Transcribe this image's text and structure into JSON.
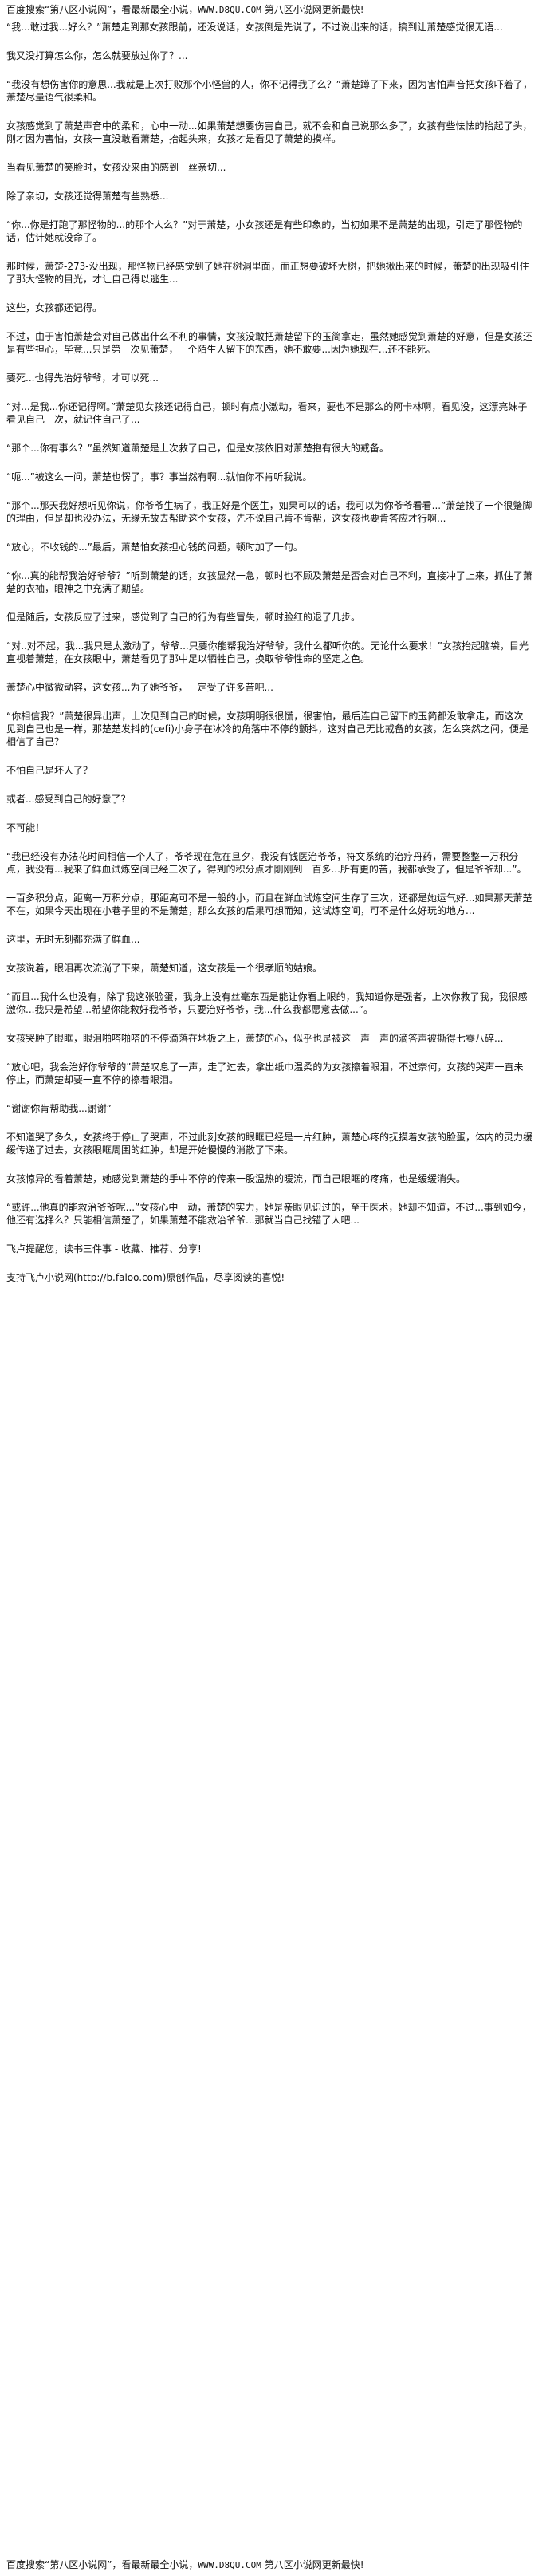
{
  "banner": {
    "prefix": "百度搜索“第八区小说网”，看最新最全小说，",
    "url": "WWW.D8QU.COM",
    "suffix": " 第八区小说网更新最快!"
  },
  "paragraphs": [
    "“我...敢过我...好么？”萧楚走到那女孩跟前，还没说话，女孩倒是先说了，不过说出来的话，搞到让萧楚感觉很无语...",
    "我又没打算怎么你，怎么就要放过你了？...",
    "“我没有想伤害你的意思...我就是上次打败那个小怪兽的人，你不记得我了么？”萧楚蹲了下来，因为害怕声音把女孩吓着了，萧楚尽量语气很柔和。",
    "女孩感觉到了萧楚声音中的柔和，心中一动...如果萧楚想要伤害自己，就不会和自己说那么多了，女孩有些怯怯的抬起了头，刚才因为害怕，女孩一直没敢看萧楚，抬起头来，女孩才是看见了萧楚的摸样。",
    "当看见萧楚的笑脸时，女孩没来由的感到一丝亲切...",
    "除了亲切，女孩还觉得萧楚有些熟悉...",
    "“你...你是打跑了那怪物的...的那个人么？”对于萧楚，小女孩还是有些印象的，当初如果不是萧楚的出现，引走了那怪物的话，估计她就没命了。",
    "那时候，萧楚-273-没出现，那怪物已经感觉到了她在树洞里面，而正想要破坏大树，把她揪出来的时候，萧楚的出现吸引住了那大怪物的目光，才让自己得以逃生...",
    "这些，女孩都还记得。",
    "不过，由于害怕萧楚会对自己做出什么不利的事情，女孩没敢把萧楚留下的玉简拿走，虽然她感觉到萧楚的好意，但是女孩还是有些担心，毕竟...只是第一次见萧楚，一个陌生人留下的东西，她不敢要...因为她现在...还不能死。",
    "要死...也得先治好爷爷，才可以死...",
    "“对...是我...你还记得啊。”萧楚见女孩还记得自己，顿时有点小激动，看来，要也不是那么的阿卡林啊，看见没，这漂亮妹子看见自己一次，就记住自己了...",
    "“那个...你有事么？”虽然知道萧楚是上次救了自己，但是女孩依旧对萧楚抱有很大的戒备。",
    "“呃...”被这么一问，萧楚也愣了，事？事当然有啊...就怕你不肯听我说。",
    "“那个...那天我好想听见你说，你爷爷生病了，我正好是个医生，如果可以的话，我可以为你爷爷看看...”萧楚找了一个很蹩脚的理由，但是却也没办法，无缘无故去帮助这个女孩，先不说自己肯不肯帮，这女孩也要肯答应才行啊...",
    "“放心，不收钱的...”最后，萧楚怕女孩担心钱的问题，顿时加了一句。",
    "“你...真的能帮我治好爷爷？”听到萧楚的话，女孩显然一急，顿时也不顾及萧楚是否会对自己不利，直接冲了上来，抓住了萧楚的衣袖，眼神之中充满了期望。",
    "但是随后，女孩反应了过来，感觉到了自己的行为有些冒失，顿时脸红的退了几步。",
    "“对..对不起，我...我只是太激动了，爷爷...只要你能帮我治好爷爷，我什么都听你的。无论什么要求！”女孩抬起脑袋，目光直视着萧楚，在女孩眼中，萧楚看见了那中足以牺牲自己，换取爷爷性命的坚定之色。",
    "萧楚心中微微动容，这女孩...为了她爷爷，一定受了许多苦吧...",
    "“你相信我？”萧楚很异出声，上次见到自己的时候，女孩明明很很慌，很害怕，最后连自己留下的玉简都没敢拿走，而这次见到自己也是一样，那楚楚发抖的(cefi)小身子在冰冷的角落中不停的颤抖，这对自己无比戒备的女孩，怎么突然之间，便是相信了自己？",
    "不怕自己是坏人了？",
    "或者...感受到自己的好意了？",
    "不可能！",
    "“我已经没有办法花时间相信一个人了，爷爷现在危在旦夕，我没有钱医治爷爷，符文系统的治疗丹药，需要整整一万积分点，我没有...我来了鲜血试炼空间已经三次了，得到的积分点才刚刚到一百多...所有更的苦，我都承受了，但是爷爷却...”。",
    "一百多积分点，距离一万积分点，那距离可不是一般的小，而且在鲜血试炼空间生存了三次，还都是她运气好...如果那天萧楚不在，如果今天出现在小巷子里的不是萧楚，那么女孩的后果可想而知，这试炼空间，可不是什么好玩的地方...",
    "这里，无时无刻都充满了鲜血...",
    "女孩说着，眼泪再次流淌了下来，萧楚知道，这女孩是一个很孝顺的姑娘。",
    "“而且...我什么也没有，除了我这张脸蛋，我身上没有丝毫东西是能让你看上眼的，我知道你是强者，上次你救了我，我很感激你...我只是希望...希望你能救好我爷爷，只要治好爷爷，我...什么我都愿意去做...”。",
    "女孩哭肿了眼眶，眼泪啪嗒啪嗒的不停滴落在地板之上，萧楚的心，似乎也是被这一声一声的滴答声被撕得七零八碎...",
    "“放心吧，我会治好你爷爷的”萧楚叹息了一声，走了过去，拿出纸巾温柔的为女孩擦着眼泪，不过奈何，女孩的哭声一直未停止，而萧楚却要一直不停的擦着眼泪。",
    "“谢谢你肯帮助我...谢谢”",
    "不知道哭了多久，女孩终于停止了哭声，不过此刻女孩的眼眶已经是一片红肿，萧楚心疼的抚摸着女孩的脸蛋，体内的灵力缓缓传递了过去，女孩眼眶周围的红肿，却是开始慢慢的消散了下来。",
    "女孩惊异的看着萧楚，她感觉到萧楚的手中不停的传来一股温热的暖流，而自己眼眶的疼痛，也是缓缓消失。",
    "“或许...他真的能救治爷爷呢...”女孩心中一动，萧楚的实力，她是亲眼见识过的，至于医术，她却不知道，不过...事到如今，他还有选择么？只能相信萧楚了，如果萧楚不能救治爷爷...那就当自己找错了人吧..."
  ],
  "footer_notes": [
    "飞卢提醒您，读书三件事 - 收藏、推荐、分享!",
    "支持飞卢小说网(http://b.faloo.com)原创作品，尽享阅读的喜悦!"
  ]
}
